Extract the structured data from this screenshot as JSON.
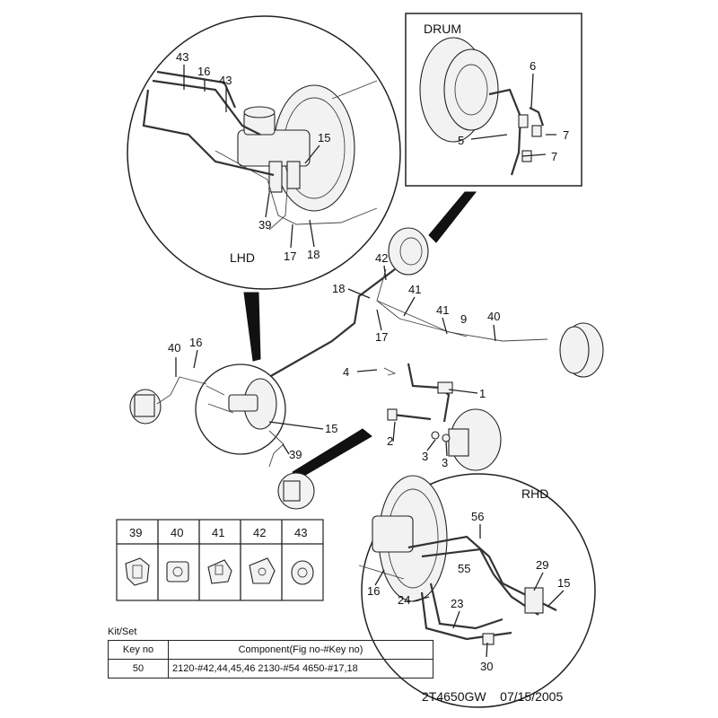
{
  "insets": {
    "lhd": {
      "title": "LHD",
      "labels": [
        "43",
        "16",
        "43",
        "15",
        "39",
        "17",
        "18"
      ]
    },
    "drum": {
      "title": "DRUM",
      "labels": [
        "6",
        "7",
        "5",
        "7"
      ]
    },
    "rhd": {
      "title": "RHD",
      "labels": [
        "56",
        "55",
        "29",
        "15",
        "16",
        "24",
        "23",
        "30"
      ]
    }
  },
  "main_labels": [
    "42",
    "18",
    "41",
    "41",
    "9",
    "40",
    "17",
    "40",
    "16",
    "4",
    "1",
    "2",
    "3",
    "3",
    "15",
    "39"
  ],
  "legend": {
    "columns": [
      "39",
      "40",
      "41",
      "42",
      "43"
    ],
    "icons": [
      "clip-39-icon",
      "clip-40-icon",
      "clip-41-icon",
      "clip-42-icon",
      "clip-43-icon"
    ]
  },
  "kit": {
    "title": "Kit/Set",
    "headers": [
      "Key no",
      "Component(Fig no-#Key no)"
    ],
    "rows": [
      {
        "key": "50",
        "component": "2120-#42,44,45,46  2130-#54  4650-#17,18"
      }
    ]
  },
  "footer": {
    "doc_id": "2T4650GW",
    "date": "07/15/2005"
  }
}
